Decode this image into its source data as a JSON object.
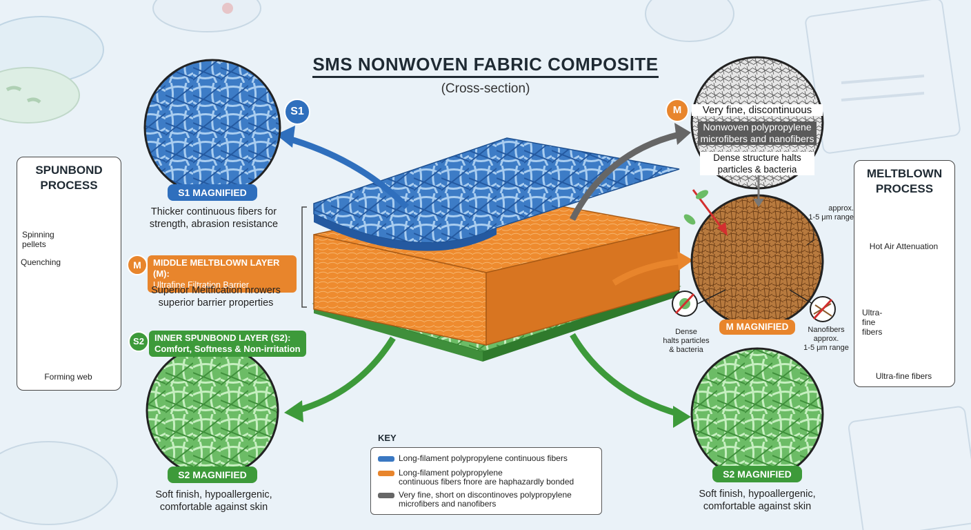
{
  "title": "SMS NONWOVEN FABRIC COMPOSITE",
  "subtitle": "(Cross-section)",
  "colors": {
    "s1_blue": "#3a78c2",
    "meltblown_orange": "#e8852c",
    "s2_green": "#4ea64b",
    "gray": "#666666"
  },
  "spunbond_process": {
    "title": "SPUNBOND PROCESS",
    "steps": [
      "Spinning pellets",
      "Quenching",
      "Forming web"
    ]
  },
  "meltblown_process": {
    "title": "MELTBLOWN PROCESS",
    "steps": [
      "Hot Air Attenuation",
      "Ultra-fine fibers",
      "Ultra-fine fibers"
    ]
  },
  "s1": {
    "badge": "S1",
    "magnified_label": "S1 MAGNIFIED",
    "description_lines": [
      "Thicker continuous fibers for",
      "strength, abrasion resistance"
    ]
  },
  "middle": {
    "badge": "M",
    "label_line1": "MIDDLE MELTBLOWN LAYER (M):",
    "label_line2": "Ultrafine Filtration Barrier",
    "description_lines": [
      "Superior Meltfication nrowers",
      "superior barrier properties"
    ]
  },
  "s2_inner": {
    "badge": "S2",
    "label_line1": "INNER SPUNBOND LAYER (S2):",
    "label_line2": "Comfort, Softness & Non-irritation",
    "magnified_label": "S2 MAGNIFIED",
    "description_lines": [
      "Soft finish, hypoallergenic,",
      "comfortable against skin"
    ]
  },
  "m_top_zoom": {
    "badge": "M",
    "line1": "Very fine, discontinuous",
    "line2": "Nonwoven polypropylene",
    "line3": "microfibers and nanofibers",
    "line4": "Dense structure halts",
    "line5": "particles & bacteria"
  },
  "m_magnified": {
    "label": "M MAGNIFIED",
    "approx_top_lines": [
      "approx.",
      "1-5 μm range"
    ],
    "left_note_lines": [
      "Dense",
      "halts particles",
      "& bacteria"
    ],
    "right_note_lines": [
      "Nanofibers",
      "approx.",
      "1-5 μm range"
    ]
  },
  "s2_right": {
    "magnified_label": "S2 MAGNIFIED",
    "description_lines": [
      "Soft finish, hypoallergenic,",
      "comfortable against skin"
    ]
  },
  "key": {
    "title": "KEY",
    "items": [
      {
        "color": "#3a78c2",
        "lines": [
          "Long-filament polypropylene continuous fibers"
        ]
      },
      {
        "color": "#e8852c",
        "lines": [
          "Long-filament polypropylene",
          "continuous fibers fnore are haphazardly bonded"
        ]
      },
      {
        "color": "#666666",
        "lines": [
          "Very fine, short on discontinoves polypropylene",
          "microfibers and nanofibers"
        ]
      }
    ]
  }
}
